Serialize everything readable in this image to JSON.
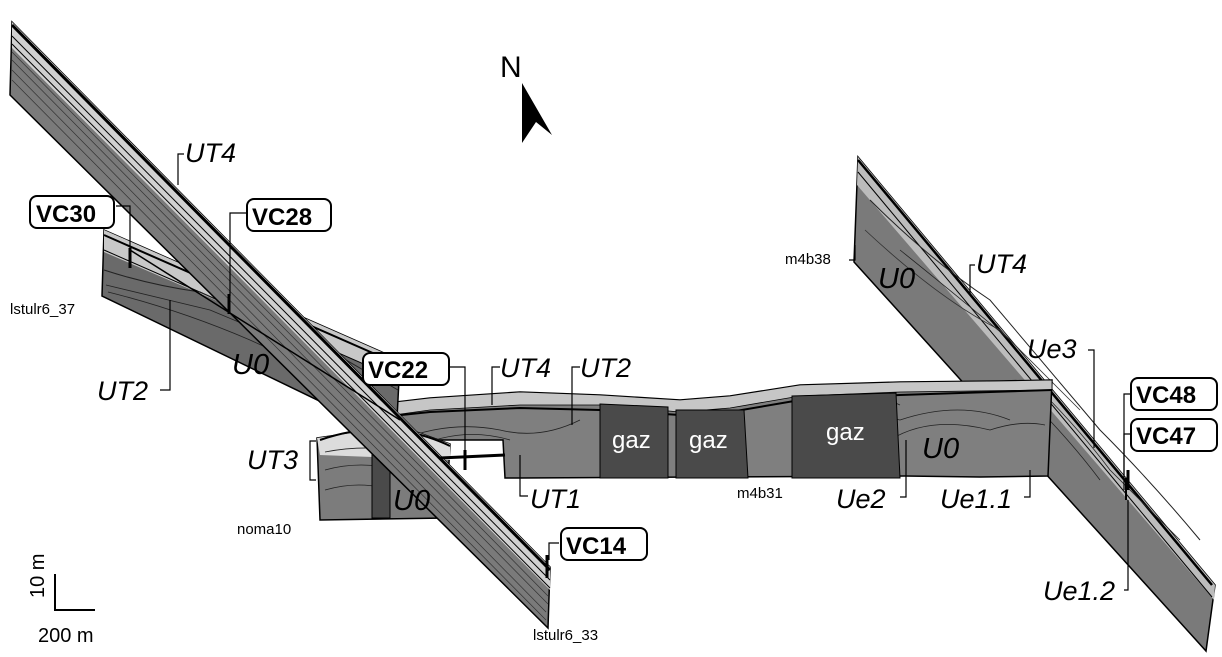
{
  "north": "N",
  "profiles": {
    "lstulr6_37": "lstulr6_37",
    "noma10": "noma10",
    "m4b31": "m4b31",
    "m4b38": "m4b38",
    "lstulr6_33": "lstulr6_33"
  },
  "cores": {
    "vc30": "VC30",
    "vc28": "VC28",
    "vc22": "VC22",
    "vc14": "VC14",
    "vc48": "VC48",
    "vc47": "VC47"
  },
  "units": {
    "ut4_top": "UT4",
    "ut4_mid": "UT4",
    "ut4_right": "UT4",
    "ut2_left": "UT2",
    "ut2_mid": "UT2",
    "ut3": "UT3",
    "ut1": "UT1",
    "u0_left": "U0",
    "u0_noma": "U0",
    "u0_mid": "U0",
    "u0_right": "U0",
    "ue3": "Ue3",
    "ue2": "Ue2",
    "ue11": "Ue1.1",
    "ue12": "Ue1.2"
  },
  "gas": [
    "gaz",
    "gaz",
    "gaz"
  ],
  "scale": {
    "vertical": "10 m",
    "horizontal": "200 m"
  },
  "colors": {
    "dark": "#555555",
    "medium": "#7f7f7f",
    "light": "#bdbdbd",
    "gas": "#4a4a4a",
    "line": "#000000"
  }
}
